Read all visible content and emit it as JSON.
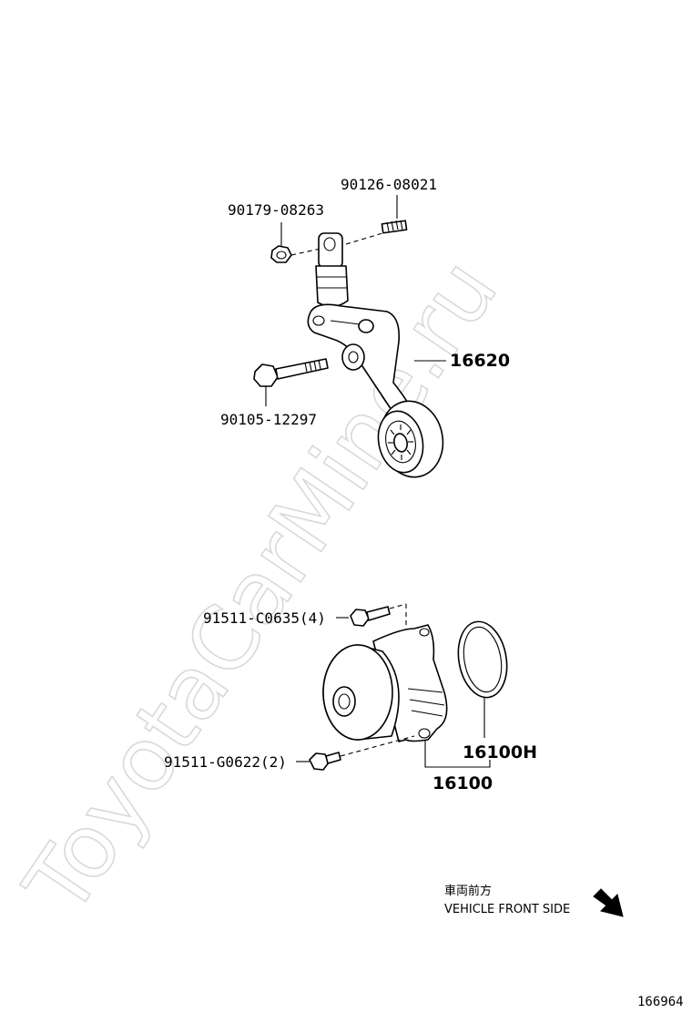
{
  "watermark": "ToyotaCarMine.ru",
  "parts": {
    "nut": "90179-08263",
    "stud": "90126-08021",
    "tensioner": "16620",
    "tensioner_bolt": "90105-12297",
    "pump_bolt_upper": "91511-C0635(4)",
    "pump_bolt_lower": "91511-G0622(2)",
    "pump_gasket": "16100H",
    "water_pump": "16100"
  },
  "direction": {
    "japanese": "車両前方",
    "english": "VEHICLE FRONT SIDE",
    "icon": "arrow-down-right-icon"
  },
  "figure_id": "166964"
}
